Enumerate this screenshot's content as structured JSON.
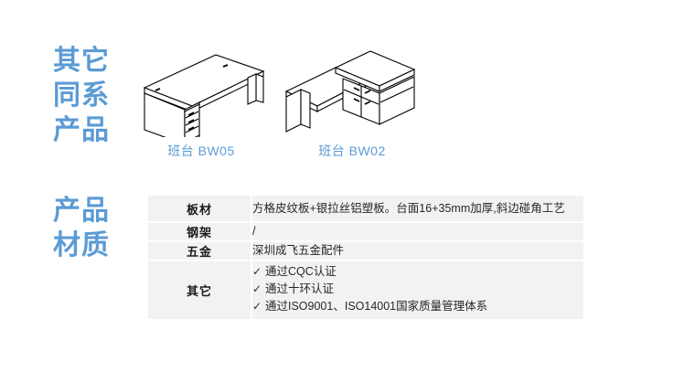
{
  "theme": {
    "accent_blue": "#5b9bd5",
    "table_bg": "#f2f2f2",
    "divider": "#ffffff",
    "page_bg": "#ffffff",
    "body_text": "#262626"
  },
  "sections": {
    "other_products": {
      "heading": "其它\n同系\n产品"
    },
    "material": {
      "heading": "产品\n材质"
    }
  },
  "gallery": {
    "products": [
      {
        "caption": "班台 BW05",
        "figure_name": "executive-desk-bw05-drawing",
        "description": "isometric line drawing of an executive desk with left pedestal cabinet and three-drawer unit"
      },
      {
        "caption": "班台 BW02",
        "figure_name": "executive-desk-bw02-drawing",
        "description": "isometric line drawing of an L-shaped executive desk with return credenza cabinet"
      }
    ]
  },
  "spec_table": {
    "rows": [
      {
        "label": "板材",
        "value": "方格皮纹板+银拉丝铝塑板。台面16+35mm加厚,斜边碰角工艺"
      },
      {
        "label": "钢架",
        "value": "/"
      },
      {
        "label": "五金",
        "value": "深圳成飞五金配件"
      }
    ],
    "cert_row": {
      "label": "其它",
      "check_glyph": "✓",
      "items": [
        "通过CQC认证",
        "通过十环认证",
        "通过ISO9001、ISO14001国家质量管理体系"
      ]
    }
  }
}
